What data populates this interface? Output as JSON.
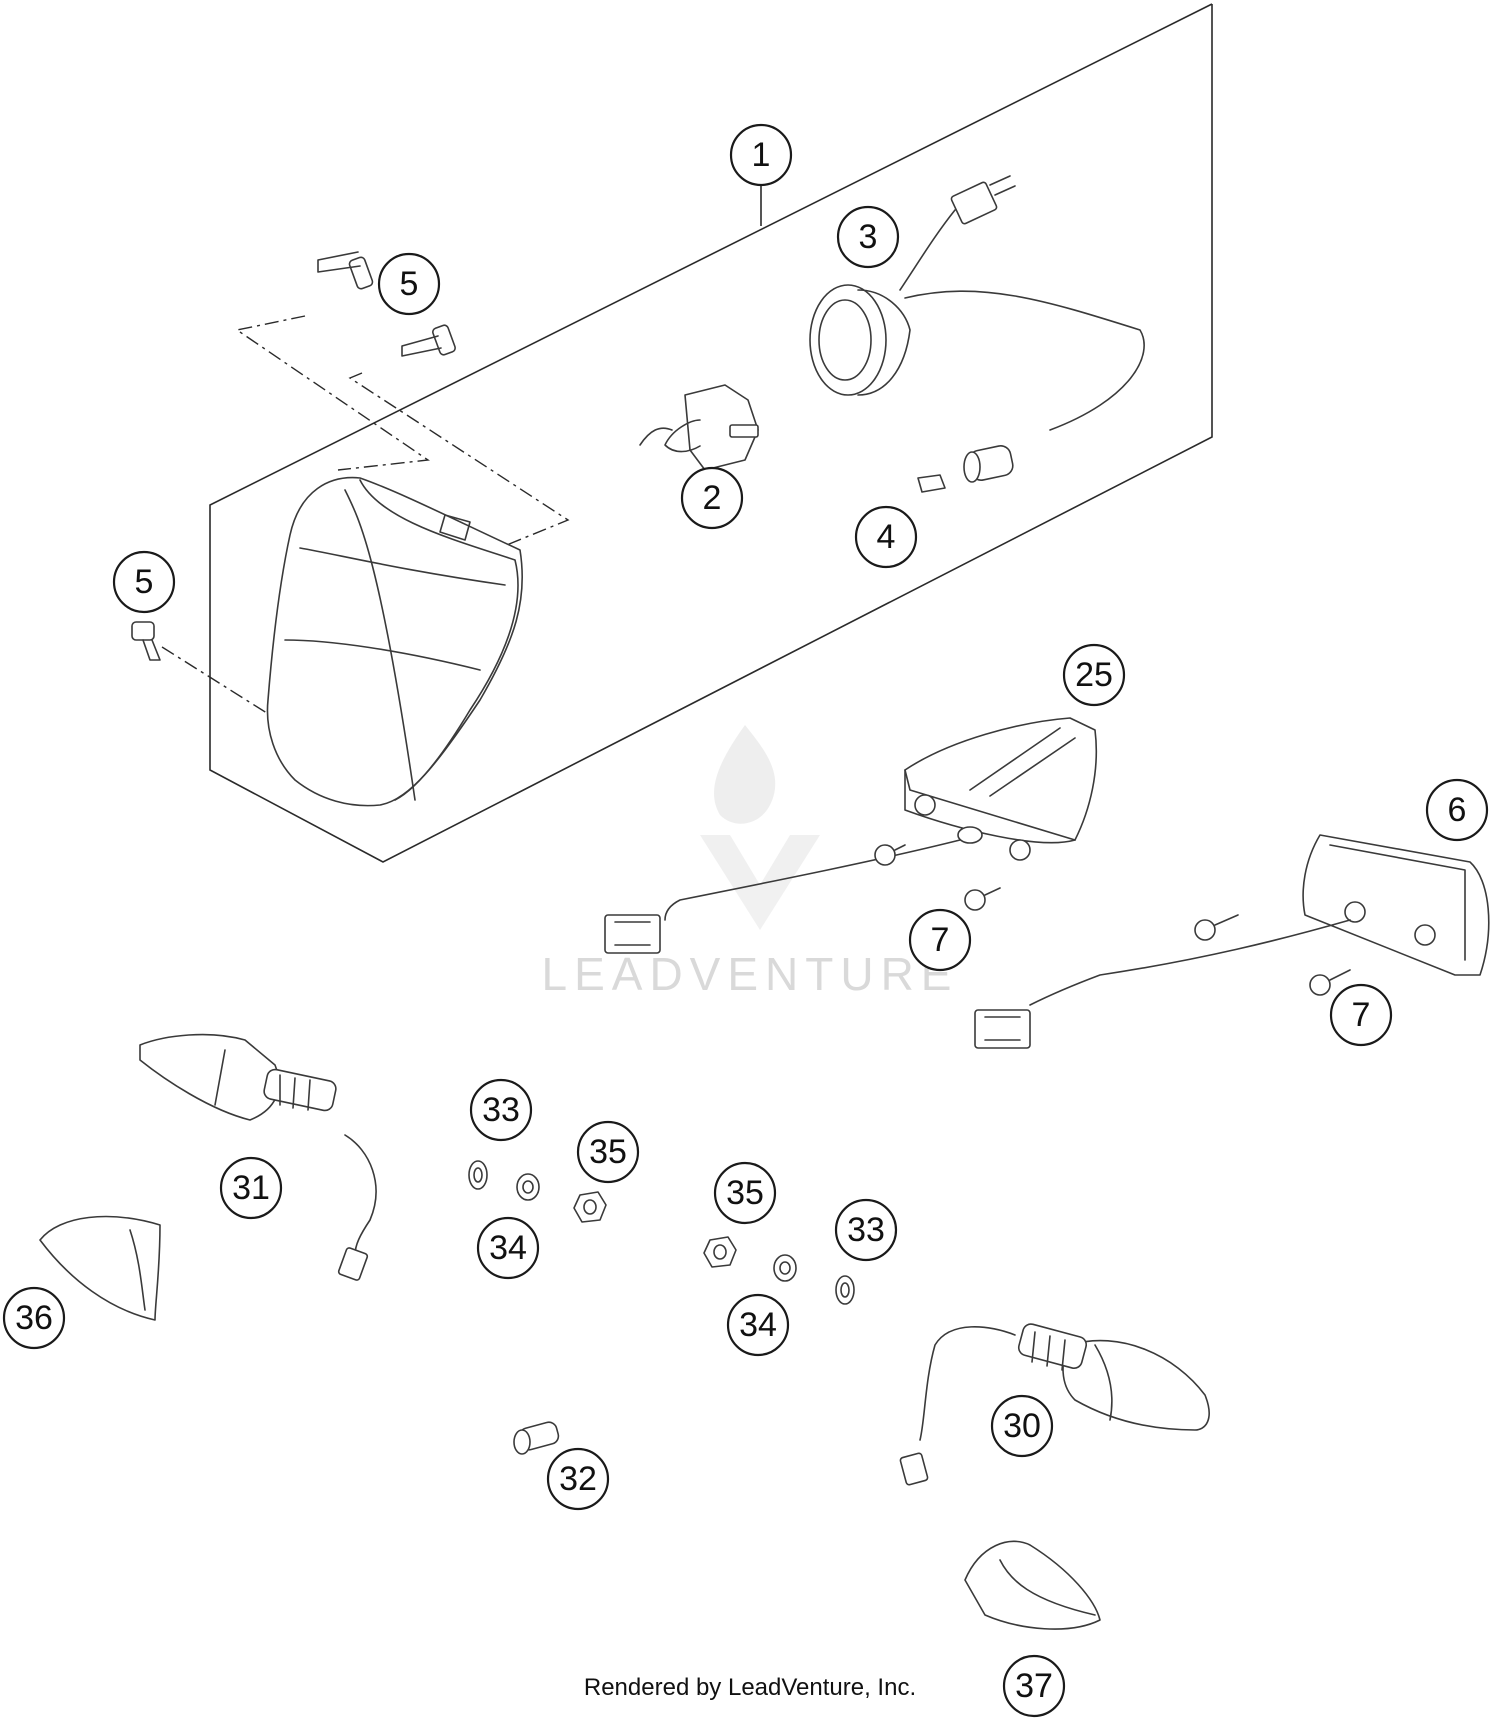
{
  "callouts": {
    "c1": "1",
    "c2": "2",
    "c3": "3",
    "c4": "4",
    "c5a": "5",
    "c5b": "5",
    "c6": "6",
    "c7a": "7",
    "c7b": "7",
    "c25": "25",
    "c30": "30",
    "c31": "31",
    "c32": "32",
    "c33a": "33",
    "c33b": "33",
    "c34a": "34",
    "c34b": "34",
    "c35a": "35",
    "c35b": "35",
    "c36": "36",
    "c37": "37"
  },
  "watermark": {
    "text": "LEADVENTURE"
  },
  "footer": {
    "credit": "Rendered by LeadVenture, Inc."
  },
  "colors": {
    "line": "#3a3a3a",
    "watermark": "#d9d9d9"
  }
}
